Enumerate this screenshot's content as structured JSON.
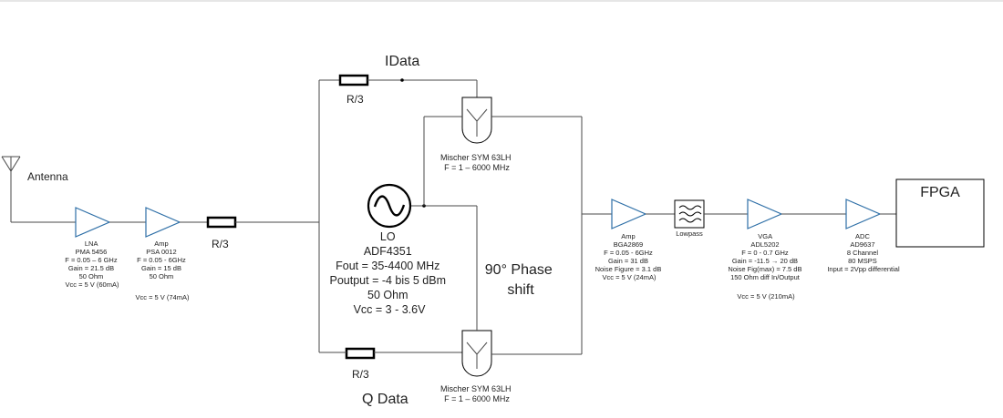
{
  "labels": {
    "antenna": "Antenna",
    "idata": "IData",
    "qdata": "Q Data",
    "r_front": "R/3",
    "r_top": "R/3",
    "r_bottom": "R/3",
    "phase_1": "90° Phase",
    "phase_2": "shift",
    "fpga": "FPGA",
    "lowpass": "Lowpass"
  },
  "lo": {
    "lines": [
      "LO",
      "ADF4351",
      "Fout = 35-4400 MHz",
      "Poutput = -4 bis 5 dBm",
      "50 Ohm",
      "Vcc = 3 - 3.6V"
    ]
  },
  "mixer_top": {
    "lines": [
      "Mischer SYM 63LH",
      "F = 1 – 6000 MHz"
    ]
  },
  "mixer_bottom": {
    "lines": [
      "Mischer SYM 63LH",
      "F = 1 – 6000 MHz"
    ]
  },
  "lna": {
    "lines": [
      "LNA",
      "PMA 5456",
      "F = 0.05 – 6 GHz",
      "Gain = 21.5 dB",
      "50 Ohm",
      "Vcc = 5 V (60mA)"
    ]
  },
  "amp1": {
    "lines": [
      "Amp",
      "PSA 0012",
      "F = 0.05 - 6GHz",
      "Gain = 15 dB",
      "50 Ohm",
      "",
      "Vcc = 5 V (74mA)"
    ]
  },
  "amp2": {
    "lines": [
      "Amp",
      "BGA2869",
      "F = 0.05 - 6GHz",
      "Gain = 31 dB",
      "Noise Figure = 3.1 dB",
      "Vcc = 5 V (24mA)"
    ]
  },
  "vga": {
    "lines": [
      "VGA",
      "ADL5202",
      "F = 0 - 0.7 GHz",
      "Gain = -11.5 → 20 dB",
      "Noise Fig(max) = 7.5 dB",
      "150  Ohm diff In/Output",
      "",
      "Vcc = 5 V (210mA)"
    ]
  },
  "adc": {
    "lines": [
      "ADC",
      "AD9637",
      "8 Channel",
      "80 MSPS",
      "Input = 2Vpp differential"
    ]
  }
}
